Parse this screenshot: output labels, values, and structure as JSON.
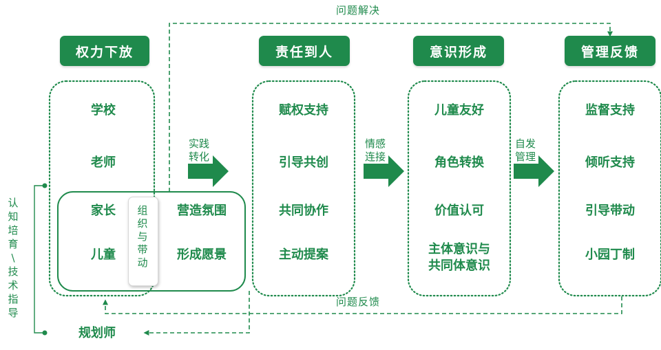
{
  "colors": {
    "primary": "#1f8a4c",
    "background": "#ffffff"
  },
  "loop_labels": {
    "top": "问题解决",
    "bottom": "问题反馈"
  },
  "columns": [
    {
      "header": "权力下放",
      "items": [
        "学校",
        "老师",
        "家长",
        "儿童"
      ]
    },
    {
      "header": "责任到人",
      "items": [
        "赋权支持",
        "引导共创",
        "共同协作",
        "主动提案"
      ]
    },
    {
      "header": "意识形成",
      "items": [
        "儿童友好",
        "角色转换",
        "价值认可",
        "主体意识与",
        "共同体意识"
      ]
    },
    {
      "header": "管理反馈",
      "items": [
        "监督支持",
        "倾听支持",
        "引导带动",
        "小园丁制"
      ]
    }
  ],
  "inner_group": {
    "side_label": [
      "组",
      "织",
      "与",
      "带",
      "动"
    ],
    "items": [
      "营造氛围",
      "形成愿景"
    ]
  },
  "arrows": [
    {
      "lines": [
        "实践",
        "转化"
      ]
    },
    {
      "lines": [
        "情感",
        "连接"
      ]
    },
    {
      "lines": [
        "自发",
        "管理"
      ]
    }
  ],
  "left_label": [
    "认",
    "知",
    "培",
    "育",
    "\\",
    "技",
    "术",
    "指",
    "导"
  ],
  "planner": "规划师"
}
